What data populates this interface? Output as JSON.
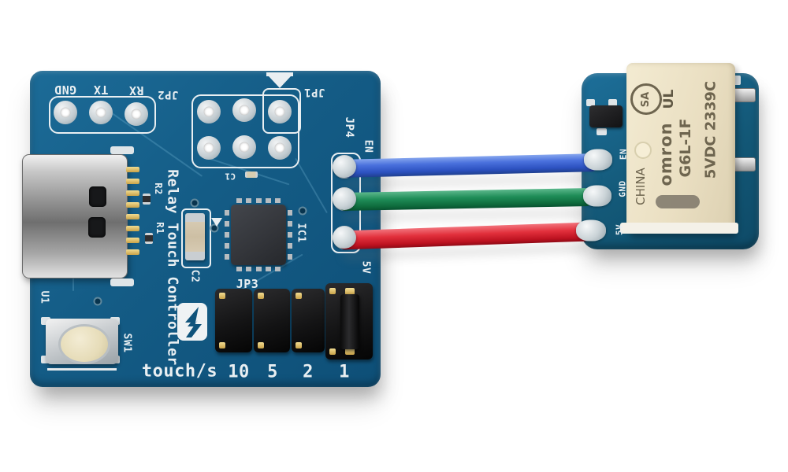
{
  "scene": {
    "description": "Photo of a blue Relay Touch Controller PCB wired with three jumper wires to a small relay breakout board carrying an Omron relay",
    "background_color": "#ffffff",
    "board_color": "#145c86"
  },
  "main_board": {
    "silkscreen_title": "Relay Touch Controller",
    "logo_icon": "lightning-bolt",
    "jp2": {
      "label": "JP2",
      "pin_labels": [
        "GND",
        "TX",
        "RX"
      ]
    },
    "jp1": {
      "label": "JP1"
    },
    "jp4": {
      "label": "JP4",
      "pin_labels": [
        "EN",
        "5V"
      ]
    },
    "jp3": {
      "label": "JP3"
    },
    "touch_rate": {
      "caption": "touch/s",
      "options": [
        "10",
        "5",
        "2",
        "1"
      ],
      "jumper_on": "1"
    },
    "refs": {
      "u1": "U1",
      "sw1": "SW1",
      "ic1": "IC1",
      "c1": "C1",
      "c2": "C2",
      "r1": "R1",
      "r2": "R2"
    }
  },
  "relay_board": {
    "pads": [
      "EN",
      "GND",
      "5V"
    ],
    "relay": {
      "brand": "omron",
      "model": "G6L-1F",
      "voltage_line": "5VDC 2339C",
      "origin": "CHINA",
      "csa_mark": "SA",
      "ul_mark": "UL"
    }
  },
  "wires": [
    {
      "color": "blue",
      "hex": "#3c66d4",
      "signal": "EN"
    },
    {
      "color": "green",
      "hex": "#1f8d58",
      "signal": "GND"
    },
    {
      "color": "red",
      "hex": "#d92430",
      "signal": "5V"
    }
  ]
}
